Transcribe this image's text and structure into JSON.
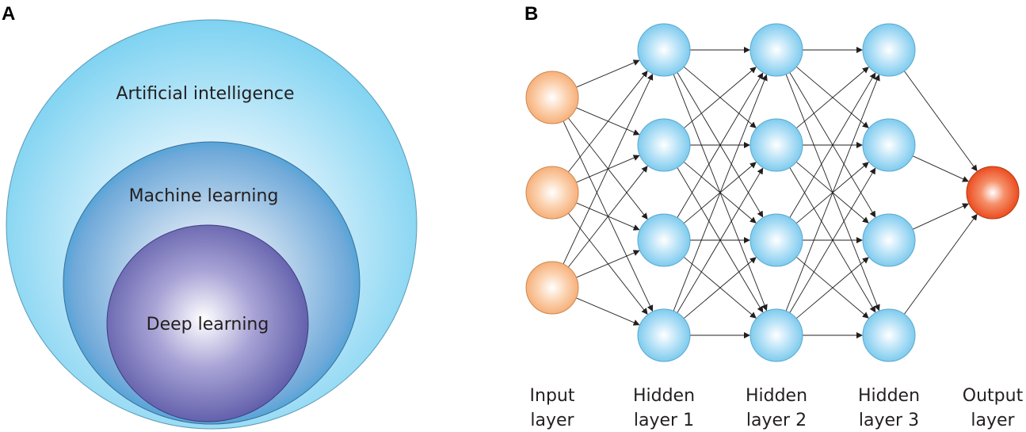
{
  "panel_a": {
    "letter": "A",
    "outer_label": "Artificial intelligence",
    "middle_label": "Machine learning",
    "inner_label": "Deep learning"
  },
  "panel_b": {
    "letter": "B",
    "layers": [
      {
        "id": "input",
        "nodes": 3,
        "label_lines": [
          "Input",
          "layer"
        ],
        "color": "#f7b07a"
      },
      {
        "id": "hidden1",
        "nodes": 4,
        "label_lines": [
          "Hidden",
          "layer 1"
        ],
        "color": "#7fcbee"
      },
      {
        "id": "hidden2",
        "nodes": 4,
        "label_lines": [
          "Hidden",
          "layer 2"
        ],
        "color": "#7fcbee"
      },
      {
        "id": "hidden3",
        "nodes": 4,
        "label_lines": [
          "Hidden",
          "layer 3"
        ],
        "color": "#7fcbee"
      },
      {
        "id": "output",
        "nodes": 1,
        "label_lines": [
          "Output",
          "layer"
        ],
        "color": "#f0562a"
      }
    ],
    "connections": "fully-connected"
  }
}
